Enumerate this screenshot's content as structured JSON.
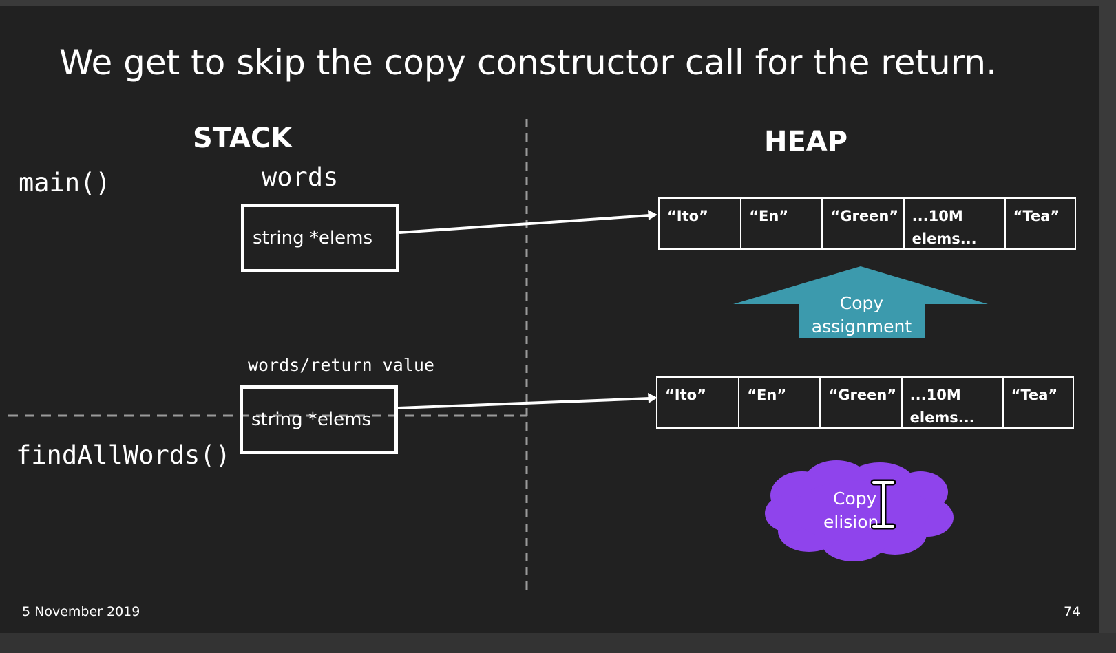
{
  "slide": {
    "title": "We get to skip the copy constructor call for the return.",
    "stack_header": "STACK",
    "heap_header": "HEAP",
    "main_label": "main()",
    "find_label": "findAllWords()",
    "words_label": "words",
    "return_label": "words/return value",
    "box_text_top": "string *elems",
    "box_text_bottom": "string *elems",
    "heap_cells": [
      {
        "line1": "“Ito”",
        "line2": ""
      },
      {
        "line1": "“En”",
        "line2": ""
      },
      {
        "line1": "“Green”",
        "line2": ""
      },
      {
        "line1": "...10M",
        "line2": "elems..."
      },
      {
        "line1": "“Tea”",
        "line2": ""
      }
    ],
    "copy_assignment": {
      "line1": "Copy",
      "line2": "assignment",
      "color": "#3c9aad"
    },
    "copy_elision": {
      "line1": "Copy",
      "line2": "elision",
      "color": "#8f44ec"
    },
    "footer_date": "5 November 2019",
    "page_number": "74"
  },
  "colors": {
    "slide_bg": "#212121",
    "frame_bg": "#3a3a3a",
    "text": "#ffffff",
    "dashed_line": "#9a9a9a"
  },
  "icons": {
    "cursor": "text-cursor-icon",
    "arrow": "arrow-right-icon"
  }
}
